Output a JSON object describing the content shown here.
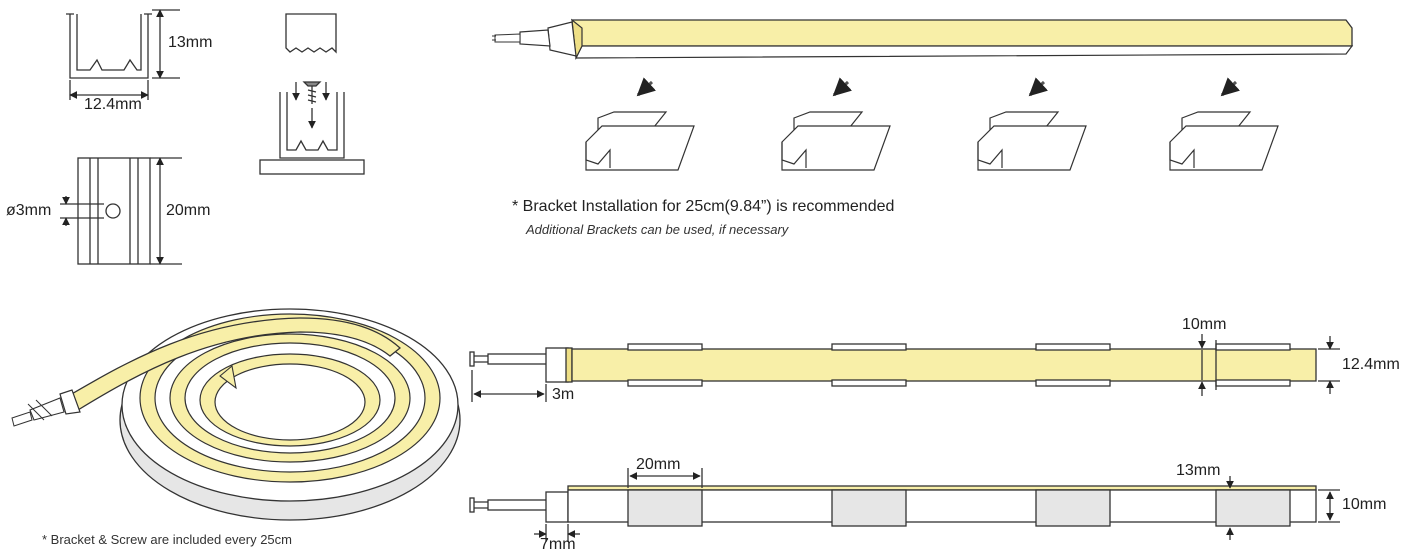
{
  "profile_top": {
    "height_label": "13mm",
    "width_label": "12.4mm"
  },
  "profile_side": {
    "hole_label": "ø3mm",
    "length_label": "20mm"
  },
  "bracket_install": {
    "note": "* Bracket Installation for 25cm(9.84”) is recommended",
    "subnote": "Additional Brackets can be used, if necessary"
  },
  "coil_note": "* Bracket & Screw are included every 25cm",
  "top_view": {
    "cable_label": "3m",
    "gap_label": "10mm",
    "width_label": "12.4mm"
  },
  "side_view": {
    "bracket_label": "20mm",
    "end_label": "7mm",
    "offset_label": "13mm",
    "height_label": "10mm"
  },
  "colors": {
    "light": "#f8efa8",
    "light_dark": "#eedf86",
    "line": "#333333",
    "gray_fill": "#e6e6e6"
  }
}
